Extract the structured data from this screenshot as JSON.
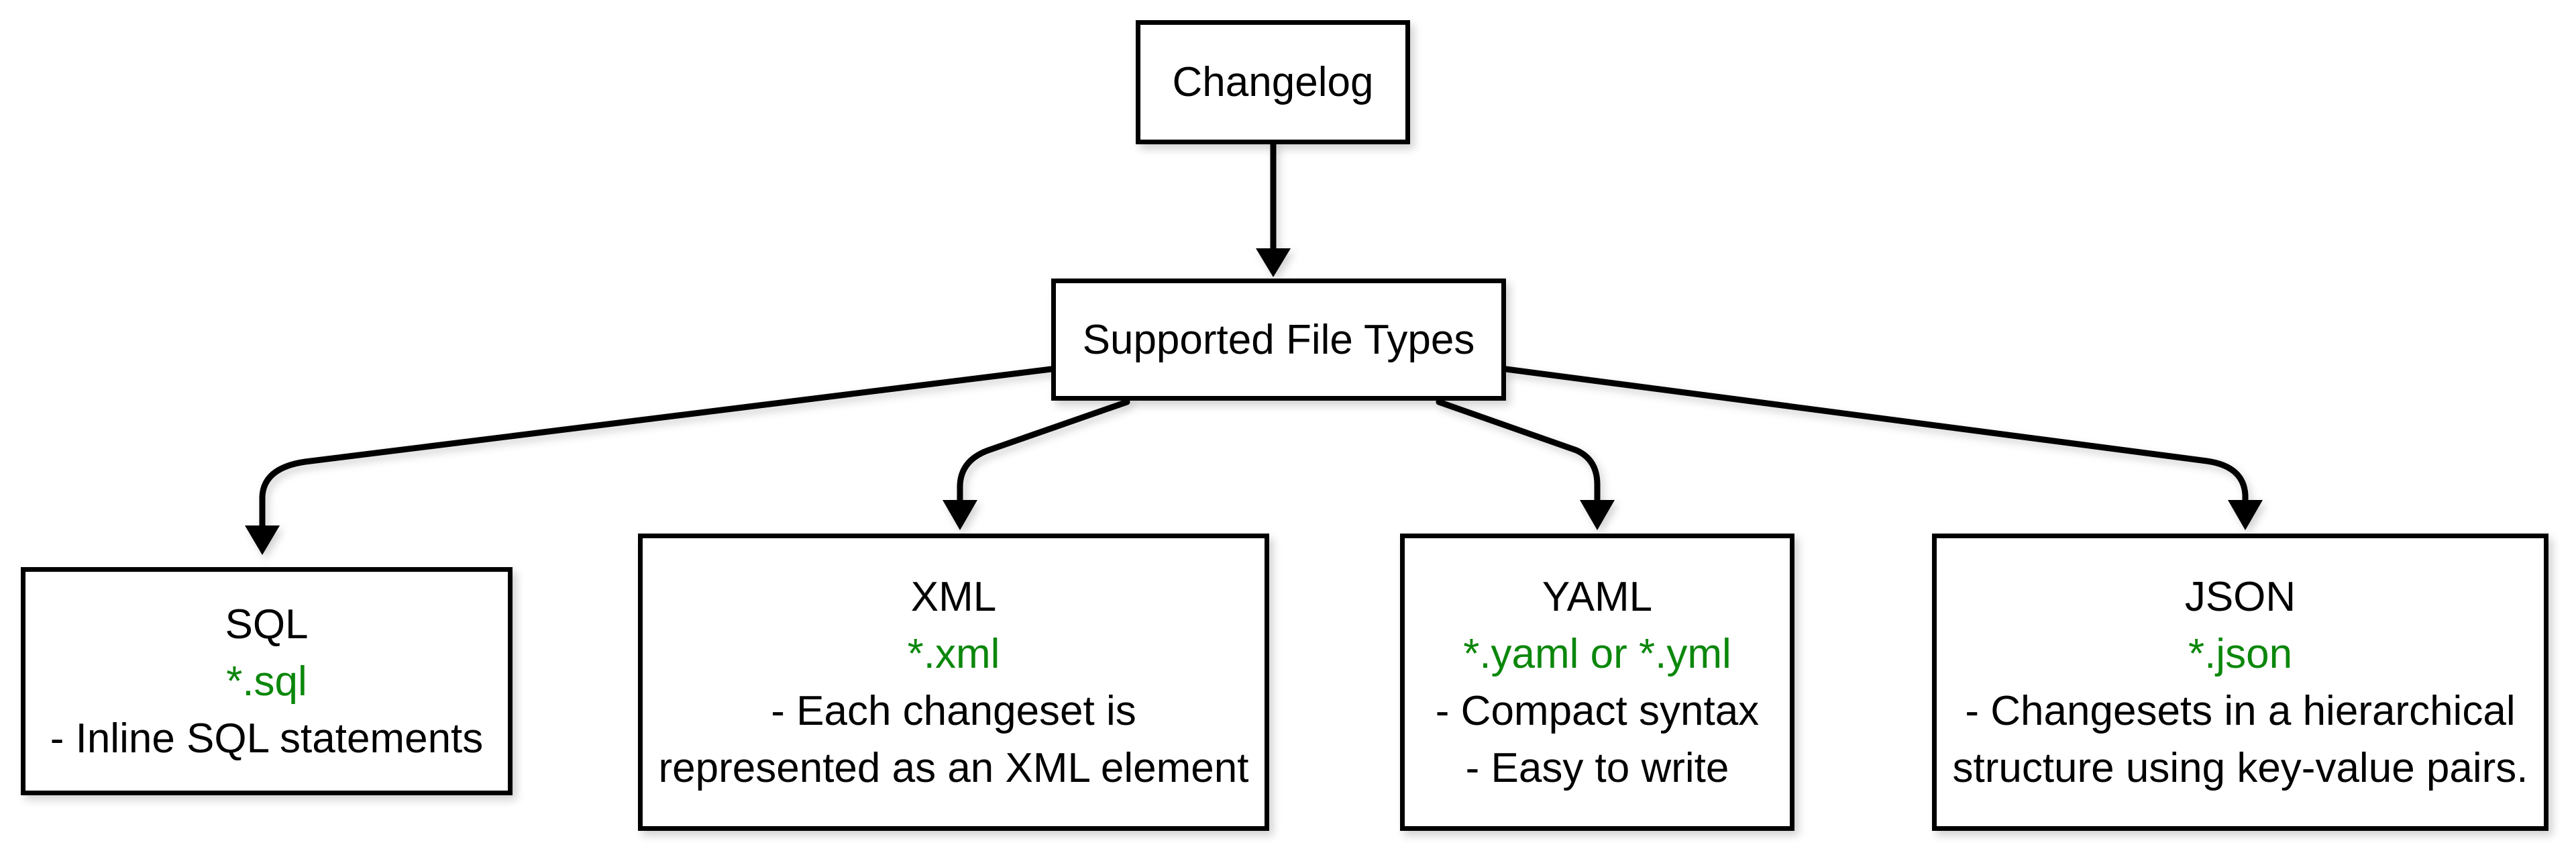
{
  "colors": {
    "line": "#000000",
    "text": "#000000",
    "file_pattern_green": "#0b870b",
    "canvas_bg": "#ffffff"
  },
  "root_node": {
    "label": "Changelog"
  },
  "hub_node": {
    "label": "Supported File Types"
  },
  "file_types": [
    {
      "title": "SQL",
      "pattern": "*.sql",
      "note_lines": [
        "- Inline SQL statements"
      ]
    },
    {
      "title": "XML",
      "pattern": "*.xml",
      "note_lines": [
        "- Each changeset is",
        "represented as an XML element"
      ]
    },
    {
      "title": "YAML",
      "pattern": "*.yaml or *.yml",
      "note_lines": [
        "- Compact syntax",
        "- Easy to write"
      ]
    },
    {
      "title": "JSON",
      "pattern": "*.json",
      "note_lines": [
        "- Changesets in a hierarchical",
        "structure using key-value pairs."
      ]
    }
  ]
}
